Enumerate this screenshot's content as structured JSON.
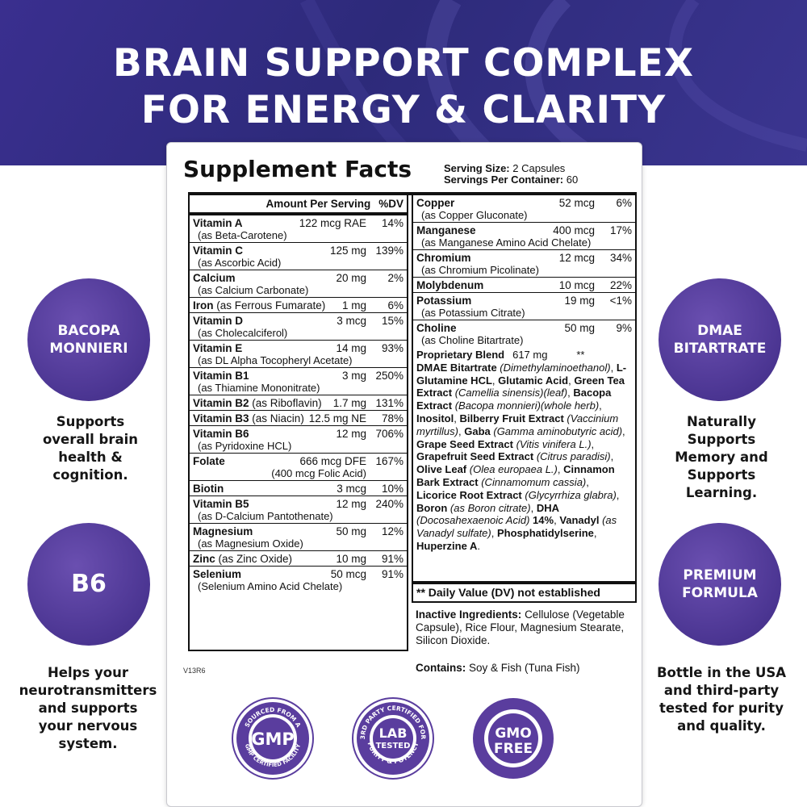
{
  "hero": {
    "line1": "BRAIN SUPPORT COMPLEX",
    "line2": "FOR ENERGY & CLARITY"
  },
  "colors": {
    "purple": "#4b3592",
    "navy": "#2d2a7a",
    "white": "#ffffff"
  },
  "left_features": [
    {
      "circle": "BACOPA MONNIERI",
      "lines": [
        "Supports",
        "overall brain",
        "health &",
        "cognition."
      ]
    },
    {
      "circle": "B6",
      "lines": [
        "Helps your",
        "neurotransmitters",
        "and supports",
        "your nervous",
        "system."
      ]
    }
  ],
  "right_features": [
    {
      "circle": "DMAE BITARTRATE",
      "lines": [
        "Naturally",
        "Supports",
        "Memory and",
        "Supports",
        "Learning."
      ]
    },
    {
      "circle": "PREMIUM FORMULA",
      "lines": [
        "Bottle in the USA",
        "and third-party",
        "tested for purity",
        "and quality."
      ]
    }
  ],
  "facts": {
    "title": "Supplement Facts",
    "serving_size_label": "Serving Size:",
    "serving_size": "2 Capsules",
    "servings_label": "Servings Per Container:",
    "servings": "60",
    "header_amount": "Amount Per Serving",
    "header_dv": "%DV",
    "left_rows": [
      {
        "name": "Vitamin A",
        "inline": "",
        "amount": "122 mcg RAE",
        "dv": "14%",
        "source": "(as Beta-Carotene)"
      },
      {
        "name": "Vitamin C",
        "inline": "",
        "amount": "125 mg",
        "dv": "139%",
        "source": "(as Ascorbic Acid)"
      },
      {
        "name": "Calcium",
        "inline": "",
        "amount": "20 mg",
        "dv": "2%",
        "source": "(as Calcium Carbonate)"
      },
      {
        "name": "Iron",
        "inline": "(as Ferrous Fumarate)",
        "amount": "1 mg",
        "dv": "6%",
        "source": ""
      },
      {
        "name": "Vitamin D",
        "inline": "",
        "amount": "3 mcg",
        "dv": "15%",
        "source": "(as Cholecalciferol)"
      },
      {
        "name": "Vitamin E",
        "inline": "",
        "amount": "14 mg",
        "dv": "93%",
        "source": "(as DL Alpha Tocopheryl Acetate)"
      },
      {
        "name": "Vitamin B1",
        "inline": "",
        "amount": "3 mg",
        "dv": "250%",
        "source": "(as Thiamine Mononitrate)"
      },
      {
        "name": "Vitamin B2",
        "inline": "(as Riboflavin)",
        "amount": "1.7 mg",
        "dv": "131%",
        "source": ""
      },
      {
        "name": "Vitamin B3",
        "inline": "(as Niacin)",
        "amount": "12.5 mg NE",
        "dv": "78%",
        "source": ""
      },
      {
        "name": "Vitamin B6",
        "inline": "",
        "amount": "12 mg",
        "dv": "706%",
        "source": "(as Pyridoxine HCL)"
      },
      {
        "name": "Folate",
        "inline": "",
        "amount": "666 mcg DFE",
        "dv": "167%",
        "source": "(400 mcg Folic Acid)",
        "source_right": true
      },
      {
        "name": "Biotin",
        "inline": "",
        "amount": "3 mcg",
        "dv": "10%",
        "source": ""
      },
      {
        "name": "Vitamin B5",
        "inline": "",
        "amount": "12 mg",
        "dv": "240%",
        "source": "(as D-Calcium Pantothenate)"
      },
      {
        "name": "Magnesium",
        "inline": "",
        "amount": "50 mg",
        "dv": "12%",
        "source": "(as Magnesium Oxide)"
      },
      {
        "name": "Zinc",
        "inline": "(as Zinc Oxide)",
        "amount": "10 mg",
        "dv": "91%",
        "source": ""
      },
      {
        "name": "Selenium",
        "inline": "",
        "amount": "50 mcg",
        "dv": "91%",
        "source": "(Selenium Amino Acid Chelate)"
      }
    ],
    "right_rows": [
      {
        "name": "Copper",
        "inline": "",
        "amount": "52 mcg",
        "dv": "6%",
        "source": "(as Copper Gluconate)"
      },
      {
        "name": "Manganese",
        "inline": "",
        "amount": "400 mcg",
        "dv": "17%",
        "source": "(as Manganese Amino Acid Chelate)"
      },
      {
        "name": "Chromium",
        "inline": "",
        "amount": "12 mcg",
        "dv": "34%",
        "source": "(as Chromium Picolinate)"
      },
      {
        "name": "Molybdenum",
        "inline": "",
        "amount": "10 mcg",
        "dv": "22%",
        "source": ""
      },
      {
        "name": "Potassium",
        "inline": "",
        "amount": "19 mg",
        "dv": "<1%",
        "source": "(as Potassium Citrate)"
      },
      {
        "name": "Choline",
        "inline": "",
        "amount": "50 mg",
        "dv": "9%",
        "source": "(as Choline Bitartrate)"
      }
    ],
    "blend": {
      "name": "Proprietary Blend",
      "amount": "617 mg",
      "dv": "**",
      "segments": [
        {
          "t": "DMAE Bitartrate",
          "s": "b"
        },
        {
          "t": " (Dimethylaminoethanol)",
          "s": "i"
        },
        {
          "t": ", ",
          "s": "n"
        },
        {
          "t": "L-Glutamine HCL",
          "s": "b"
        },
        {
          "t": ", ",
          "s": "n"
        },
        {
          "t": "Glutamic Acid",
          "s": "b"
        },
        {
          "t": ", ",
          "s": "n"
        },
        {
          "t": "Green Tea Extract",
          "s": "b"
        },
        {
          "t": " (Camellia sinensis)(leaf)",
          "s": "i"
        },
        {
          "t": ", ",
          "s": "n"
        },
        {
          "t": "Bacopa Extract",
          "s": "b"
        },
        {
          "t": " (Bacopa monnieri)(whole herb)",
          "s": "i"
        },
        {
          "t": ", ",
          "s": "n"
        },
        {
          "t": "Inositol",
          "s": "b"
        },
        {
          "t": ", ",
          "s": "n"
        },
        {
          "t": "Bilberry Fruit Extract",
          "s": "b"
        },
        {
          "t": " (Vaccinium myrtillus)",
          "s": "i"
        },
        {
          "t": ", ",
          "s": "n"
        },
        {
          "t": "Gaba",
          "s": "b"
        },
        {
          "t": " (Gamma aminobutyric acid)",
          "s": "i"
        },
        {
          "t": ", ",
          "s": "n"
        },
        {
          "t": "Grape Seed Extract",
          "s": "b"
        },
        {
          "t": " (Vitis vinifera L.)",
          "s": "i"
        },
        {
          "t": ", ",
          "s": "n"
        },
        {
          "t": "Grapefruit Seed Extract",
          "s": "b"
        },
        {
          "t": " (Citrus paradisi)",
          "s": "i"
        },
        {
          "t": ", ",
          "s": "n"
        },
        {
          "t": "Olive Leaf",
          "s": "b"
        },
        {
          "t": " (Olea europaea L.)",
          "s": "i"
        },
        {
          "t": ", ",
          "s": "n"
        },
        {
          "t": "Cinnamon Bark Extract",
          "s": "b"
        },
        {
          "t": " (Cinnamomum cassia)",
          "s": "i"
        },
        {
          "t": ", ",
          "s": "n"
        },
        {
          "t": "Licorice Root Extract",
          "s": "b"
        },
        {
          "t": " (Glycyrrhiza glabra)",
          "s": "i"
        },
        {
          "t": ", ",
          "s": "n"
        },
        {
          "t": "Boron",
          "s": "b"
        },
        {
          "t": " (as Boron citrate)",
          "s": "i"
        },
        {
          "t": ", ",
          "s": "n"
        },
        {
          "t": "DHA",
          "s": "b"
        },
        {
          "t": " (Docosahexaenoic Acid)",
          "s": "i"
        },
        {
          "t": " 14%",
          "s": "b"
        },
        {
          "t": ", ",
          "s": "n"
        },
        {
          "t": "Vanadyl",
          "s": "b"
        },
        {
          "t": " (as Vanadyl sulfate)",
          "s": "i"
        },
        {
          "t": ", ",
          "s": "n"
        },
        {
          "t": "Phosphatidylserine",
          "s": "b"
        },
        {
          "t": ", ",
          "s": "n"
        },
        {
          "t": "Huperzine A",
          "s": "b"
        },
        {
          "t": ".",
          "s": "n"
        }
      ]
    },
    "dv_note": "** Daily Value (DV) not established",
    "inactive_label": "Inactive Ingredients:",
    "inactive_text": "Cellulose (Vegetable Capsule), Rice Flour, Magnesium Stearate, Silicon Dioxide.",
    "contains_label": "Contains:",
    "contains_text": "Soy & Fish (Tuna Fish)"
  },
  "code": "V13R6",
  "badges": {
    "gmp": {
      "center": "GMP",
      "arc_top": "SOURCED FROM A",
      "arc_bottom": "GMP CERTIFIED FACILITY"
    },
    "lab": {
      "center1": "LAB",
      "center2": "TESTED",
      "arc_top": "3RD PARTY CERTIFIED FOR",
      "arc_bottom": "PURITY & POTENCY"
    },
    "gmo": {
      "center1": "GMO",
      "center2": "FREE"
    }
  }
}
